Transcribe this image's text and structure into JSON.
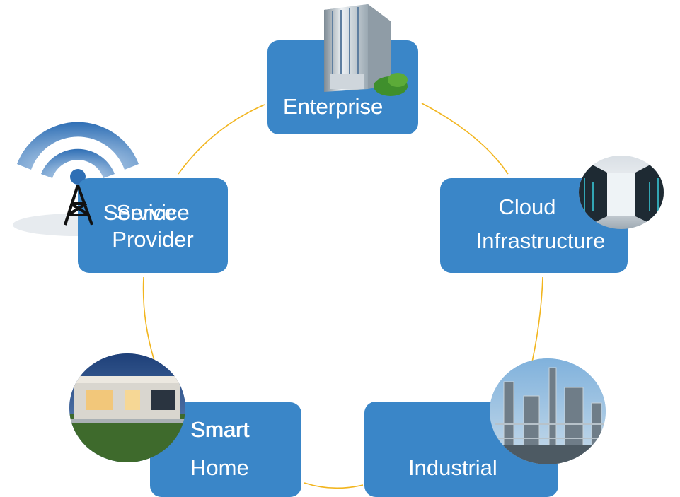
{
  "colors": {
    "node_fill": "#3a86c8",
    "node_text": "#ffffff",
    "ring": "#f2b51e",
    "signal": "#2f6fb5"
  },
  "nodes": {
    "enterprise": {
      "label": "Enterprise",
      "icon": "office-building-icon"
    },
    "cloud": {
      "label_line1": "Cloud",
      "label_line2": "Infrastructure",
      "icon": "server-room-icon"
    },
    "industrial": {
      "label": "Industrial",
      "icon": "refinery-icon"
    },
    "smart_home": {
      "label_line1": "Smart",
      "label_line2": "Home",
      "icon": "modern-house-icon"
    },
    "service_provider": {
      "label_line1": "Service",
      "label_line2": "Provider",
      "icon": "cell-tower-icon"
    }
  }
}
